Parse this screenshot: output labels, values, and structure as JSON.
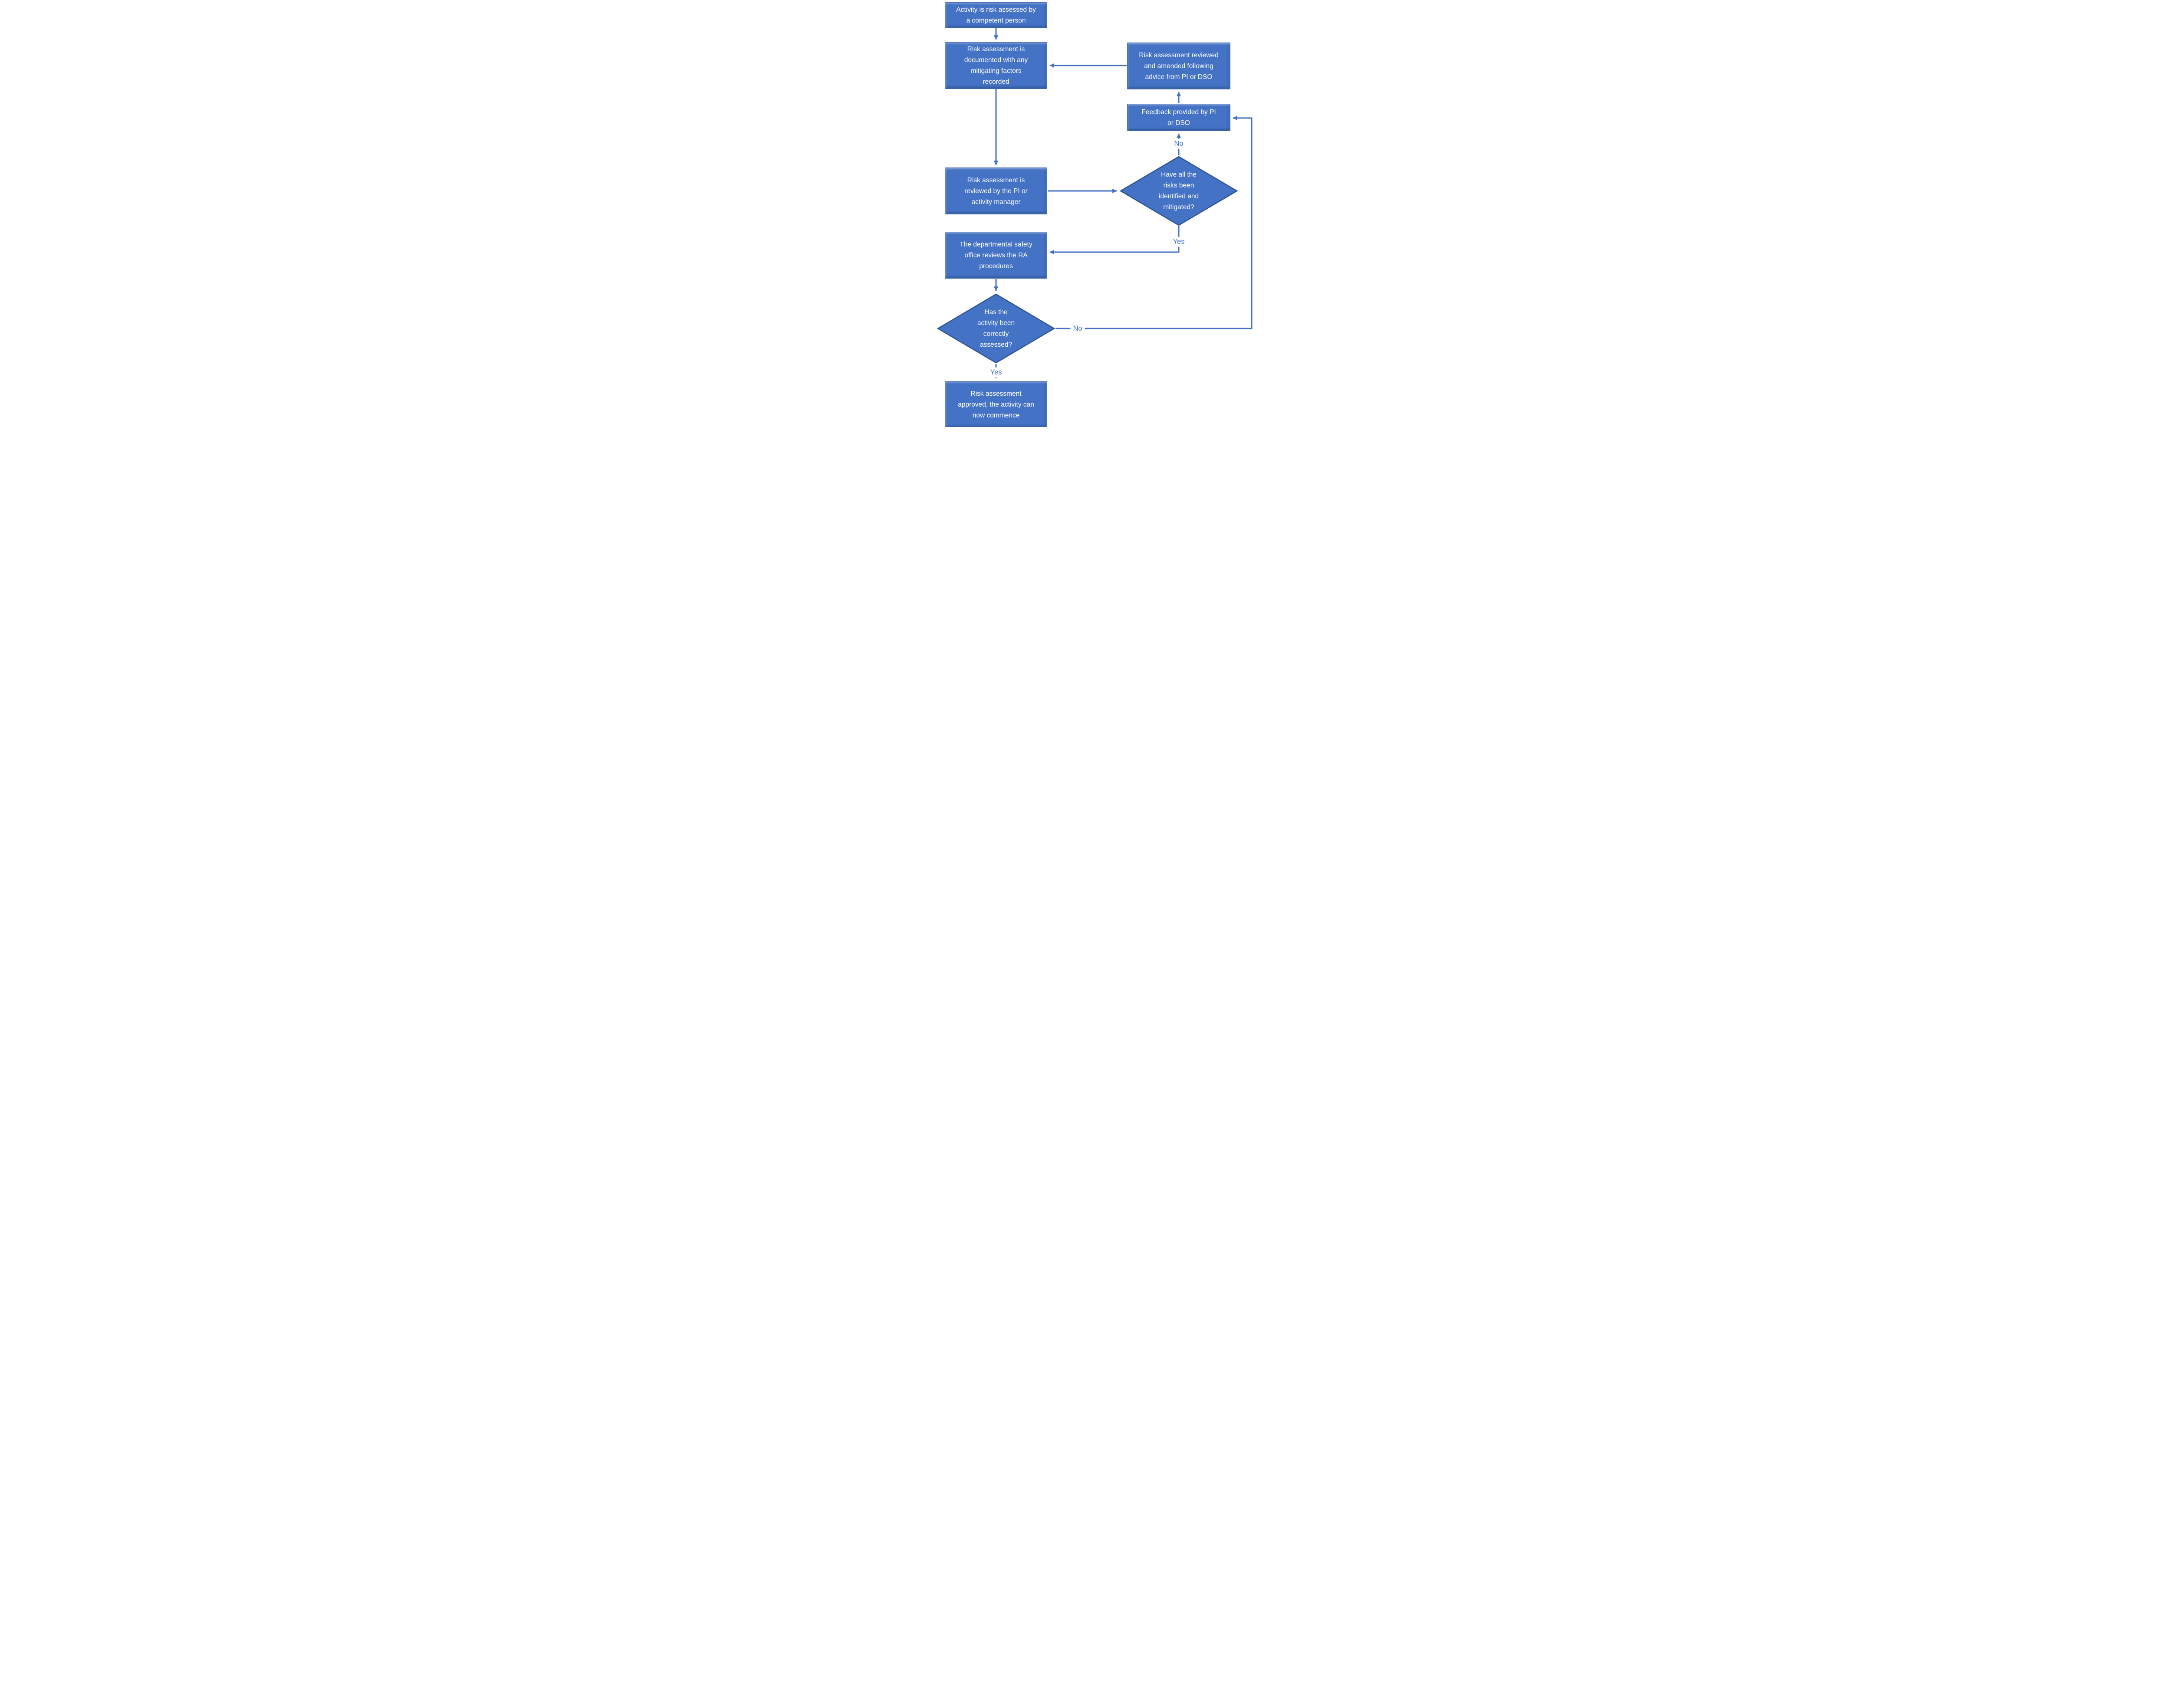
{
  "colors": {
    "node_fill": "#4472C4",
    "node_border": "#2F5496",
    "node_text": "#FFFFFF",
    "connector": "#4472C4",
    "label_text": "#4472C4",
    "background": "#FFFFFF"
  },
  "nodes": {
    "activity_assessed": {
      "label": "Activity is risk assessed by\na competent person"
    },
    "ra_documented": {
      "label": "Risk assessment is\ndocumented with any\nmitigating factors\nrecorded"
    },
    "ra_reviewed_amended": {
      "label": "Risk assessment reviewed\nand amended following\nadvice from PI or DSO"
    },
    "feedback_provided": {
      "label": "Feedback provided by PI\nor DSO"
    },
    "ra_reviewed_by_pi": {
      "label": "Risk assessment is\nreviewed by the PI or\nactivity manager"
    },
    "risks_identified_q": {
      "label": "Have all the\nrisks been\nidentified and\nmitigated?"
    },
    "dso_reviews": {
      "label": "The departmental safety\noffice reviews the RA\nprocedures"
    },
    "correctly_assessed_q": {
      "label": "Has the\nactivity been\ncorrectly\nassessed?"
    },
    "ra_approved": {
      "label": "Risk assessment\napproved, the activity can\nnow commence"
    }
  },
  "edge_labels": {
    "risks_no": "No",
    "risks_yes": "Yes",
    "assessed_no": "No",
    "assessed_yes": "Yes"
  }
}
